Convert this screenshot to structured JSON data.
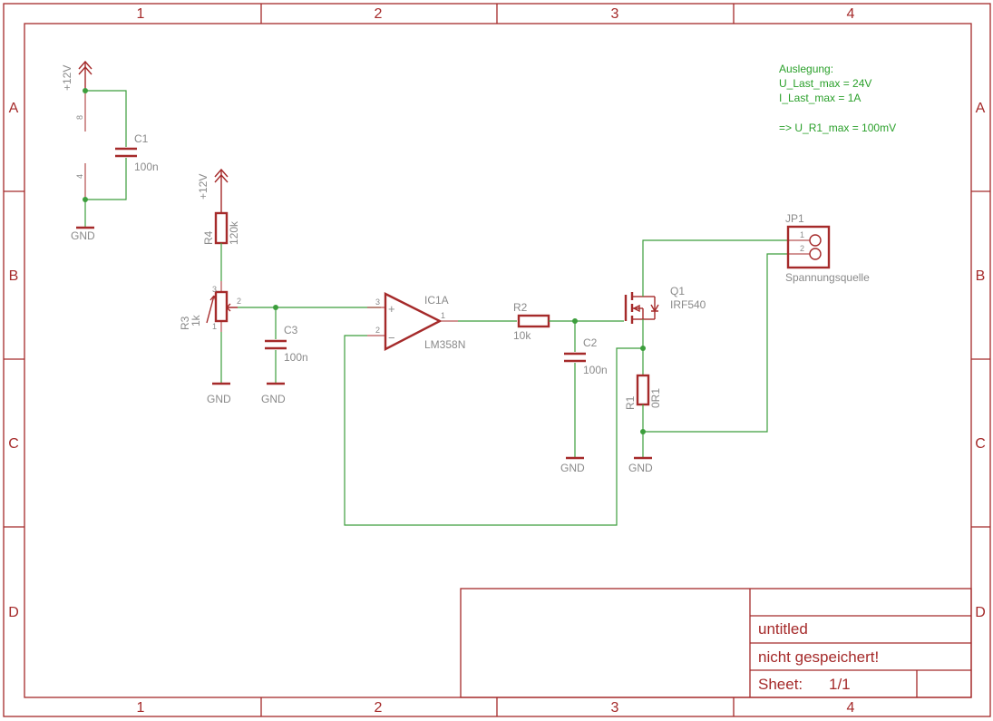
{
  "frame": {
    "columns": [
      "1",
      "2",
      "3",
      "4"
    ],
    "rows": [
      "A",
      "B",
      "C",
      "D"
    ]
  },
  "title_block": {
    "title": "untitled",
    "status": "nicht gespeichert!",
    "sheet_label": "Sheet:",
    "sheet_value": "1/1"
  },
  "notes": {
    "lines": [
      "Auslegung:",
      "U_Last_max = 24V",
      "I_Last_max = 1A",
      "",
      "=> U_R1_max = 100mV"
    ]
  },
  "components": {
    "c1": {
      "name": "C1",
      "value": "100n"
    },
    "c2": {
      "name": "C2",
      "value": "100n"
    },
    "c3": {
      "name": "C3",
      "value": "100n"
    },
    "r1": {
      "name": "R1",
      "value": "0R1"
    },
    "r2": {
      "name": "R2",
      "value": "10k"
    },
    "r3": {
      "name": "R3",
      "value": "1k"
    },
    "r4": {
      "name": "R4",
      "value": "120k"
    },
    "ic1": {
      "name": "IC1A",
      "value": "LM358N"
    },
    "q1": {
      "name": "Q1",
      "value": "IRF540"
    },
    "jp1": {
      "name": "JP1",
      "value": "Spannungsquelle"
    }
  },
  "supplies": {
    "vcc": "+12V",
    "gnd": "GND"
  },
  "pins": {
    "ic_pwr_top": "8",
    "ic_pwr_bot": "4",
    "r3_1": "1",
    "r3_2": "2",
    "r3_3": "3",
    "op_plus": "3",
    "op_minus": "2",
    "op_out": "1",
    "jp_1": "1",
    "jp_2": "2"
  }
}
